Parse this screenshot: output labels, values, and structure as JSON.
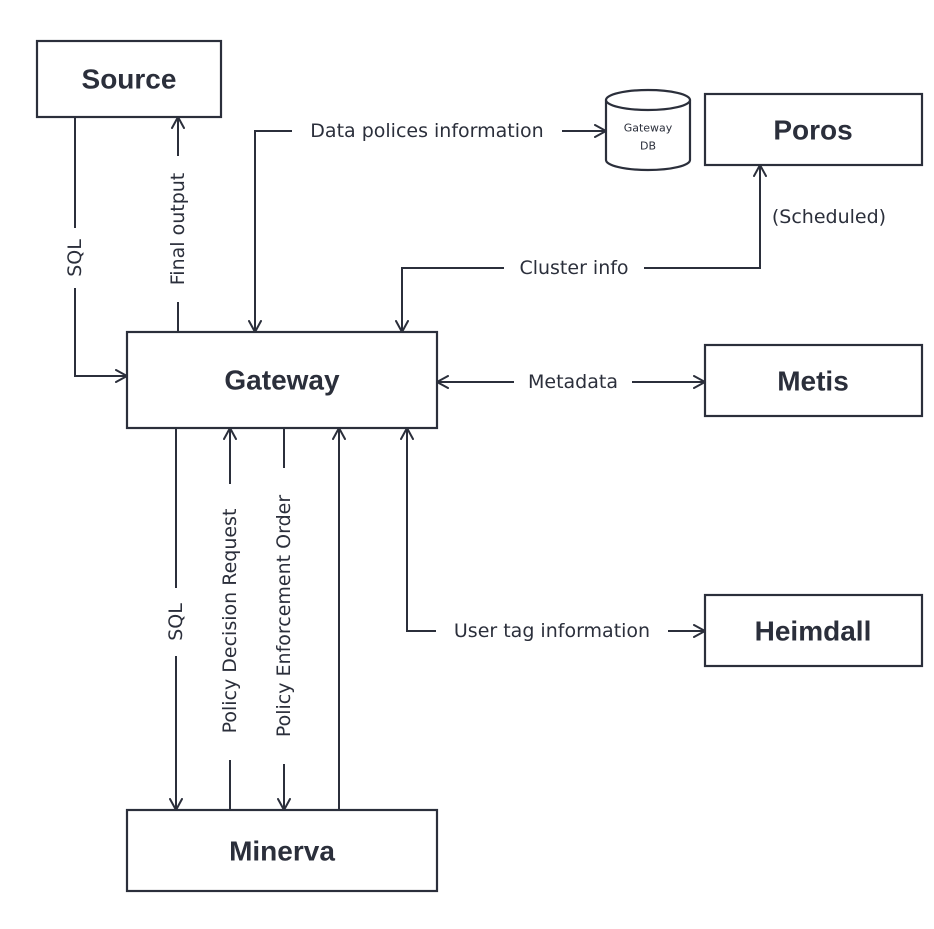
{
  "nodes": {
    "source": "Source",
    "gateway": "Gateway",
    "minerva": "Minerva",
    "poros": "Poros",
    "metis": "Metis",
    "heimdall": "Heimdall",
    "gateway_db": {
      "line1": "Gateway",
      "line2": "DB"
    }
  },
  "edges": {
    "source_sql": "SQL",
    "final_output": "Final output",
    "data_policies": "Data polices information",
    "scheduled": "(Scheduled)",
    "cluster_info": "Cluster info",
    "metadata": "Metadata",
    "gateway_sql": "SQL",
    "policy_decision_request": "Policy Decision Request",
    "policy_enforcement_order": "Policy Enforcement Order",
    "user_tag_information": "User tag information"
  },
  "colors": {
    "stroke": "#2b2f3b",
    "background": "#ffffff"
  }
}
